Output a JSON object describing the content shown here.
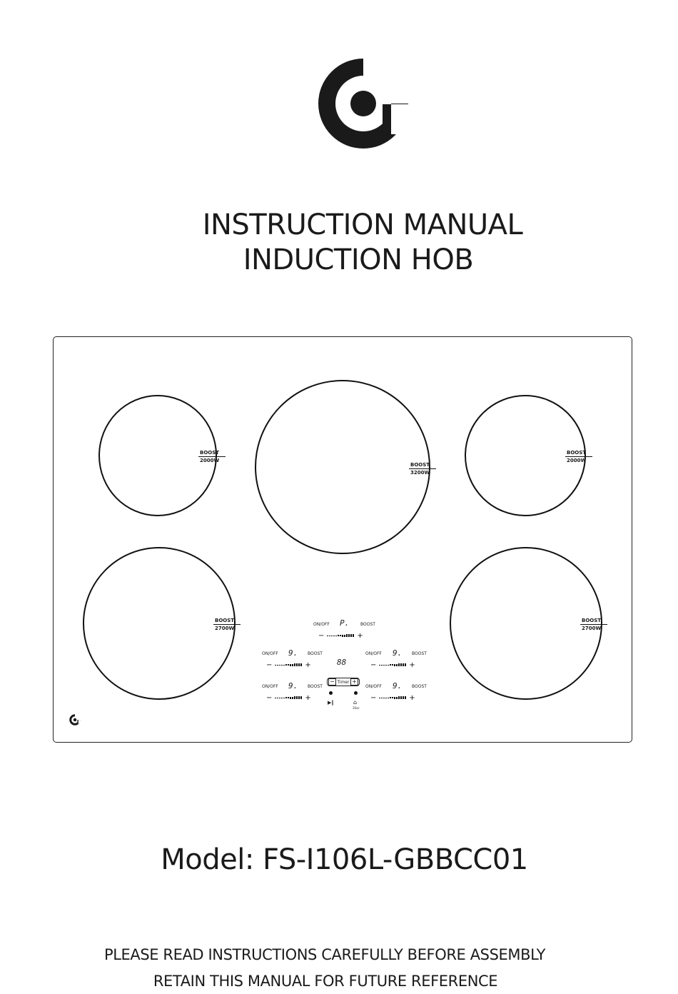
{
  "brand_logo": "brand-logo-icon",
  "title_line1": "INSTRUCTION MANUAL",
  "title_line2": "INDUCTION HOB",
  "zones": [
    {
      "id": "rear-left",
      "boost": "BOOST",
      "power": "2000W"
    },
    {
      "id": "rear-center",
      "boost": "BOOST",
      "power": "3200W"
    },
    {
      "id": "rear-right",
      "boost": "BOOST",
      "power": "2000W"
    },
    {
      "id": "front-left",
      "boost": "BOOST",
      "power": "2700W"
    },
    {
      "id": "front-right",
      "boost": "BOOST",
      "power": "2700W"
    }
  ],
  "controls": {
    "on_off": "ON/OFF",
    "boost": "BOOST",
    "center_display": "P.",
    "level_display": "9.",
    "timer_display": "88",
    "timer_label": "Timer",
    "minus": "−",
    "plus": "+",
    "pause_icon": "play-pause-icon",
    "lock_icon": "lock-icon",
    "lock_caption": "3Sec"
  },
  "model": "Model: FS-I106L-GBBCC01",
  "note_line1": "PLEASE READ INSTRUCTIONS CAREFULLY BEFORE ASSEMBLY",
  "note_line2": "RETAIN THIS MANUAL FOR FUTURE REFERENCE"
}
